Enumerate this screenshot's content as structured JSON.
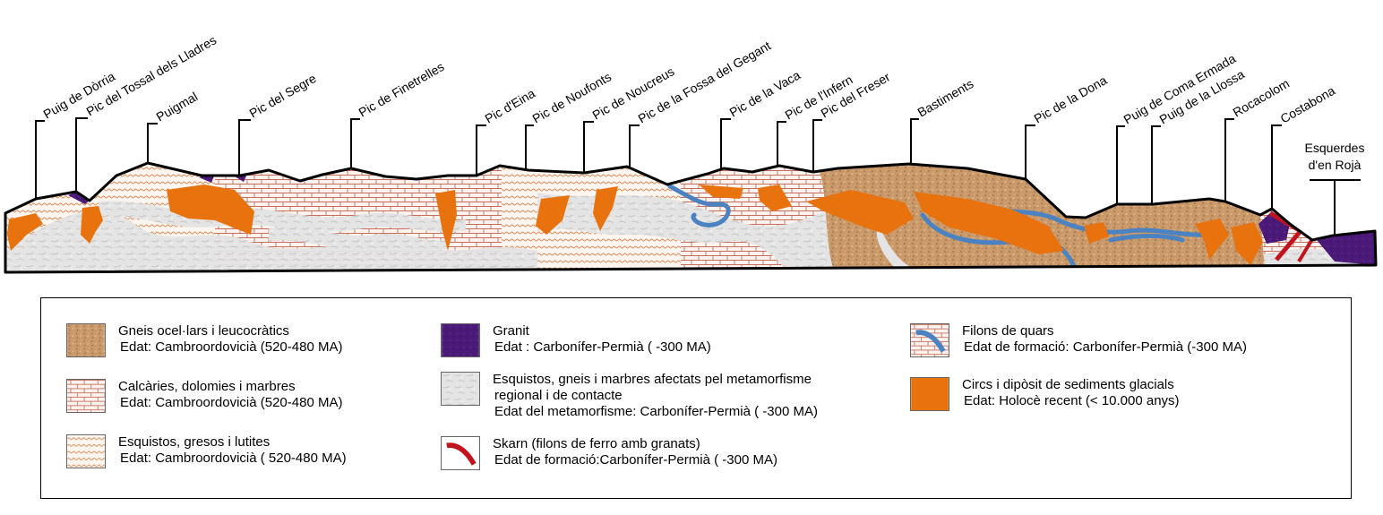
{
  "peaks": [
    "Puig de Dòrria",
    "Pic del Tossal dels Lladres",
    "Puigmal",
    "Pic del Segre",
    "Pic de Finetrelles",
    "Pic d'Eina",
    "Pic de Noufonts",
    "Pic de Noucreus",
    "Pic de la Fossa del Gegant",
    "Pic de la Vaca",
    "Pic de l'Infern",
    "Pic del Freser",
    "Bastiments",
    "Pic de la Dona",
    "Puig de Coma Ermada",
    "Puig de la Llossa",
    "Rocacolom",
    "Costabona"
  ],
  "side_label": [
    "Esquerdes",
    "d'en Rojà"
  ],
  "legend": [
    {
      "swatch": "gneis-icon",
      "lines": [
        "Gneis ocel·lars i leucocràtics",
        "Edat: Cambroordovicià (520-480 MA)"
      ]
    },
    {
      "swatch": "limestone-icon",
      "lines": [
        "Calcàries, dolomies i marbres",
        "Edat: Cambroordovicià (520-480 MA)"
      ]
    },
    {
      "swatch": "schist-icon",
      "lines": [
        "Esquistos, gresos i lutites",
        "Edat: Cambroordovicià ( 520-480 MA)"
      ]
    },
    {
      "swatch": "granite-icon",
      "lines": [
        "Granit",
        "Edat : Carbonífer-Permià ( -300 MA)"
      ]
    },
    {
      "swatch": "metamorphic-icon",
      "lines": [
        "Esquistos, gneis i marbres afectats pel metamorfisme",
        "regional i de contacte",
        "Edat del metamorfisme: Carbonífer-Permià ( -300 MA)"
      ]
    },
    {
      "swatch": "skarn-icon",
      "lines": [
        "Skarn (filons de ferro amb granats)",
        "Edat de formació:Carbonífer-Permià ( -300 MA)"
      ]
    },
    {
      "swatch": "quartz-vein-icon",
      "lines": [
        "Filons de quars",
        "Edat de formació: Carbonífer-Permià (-300 MA)"
      ]
    },
    {
      "swatch": "glacial-icon",
      "lines": [
        "Circs i dipòsit de sediments glacials",
        "Edat: Holocè recent (< 10.000 anys)"
      ]
    }
  ],
  "colors": {
    "gneis": "#c89a6e",
    "limestone_brick": "#c86e5a",
    "schist_wave": "#d9824a",
    "granite": "#4b1a78",
    "metamorphic": "#e2e2e2",
    "skarn": "#c0141e",
    "quartz": "#4a82c2",
    "glacial": "#e8720e"
  }
}
